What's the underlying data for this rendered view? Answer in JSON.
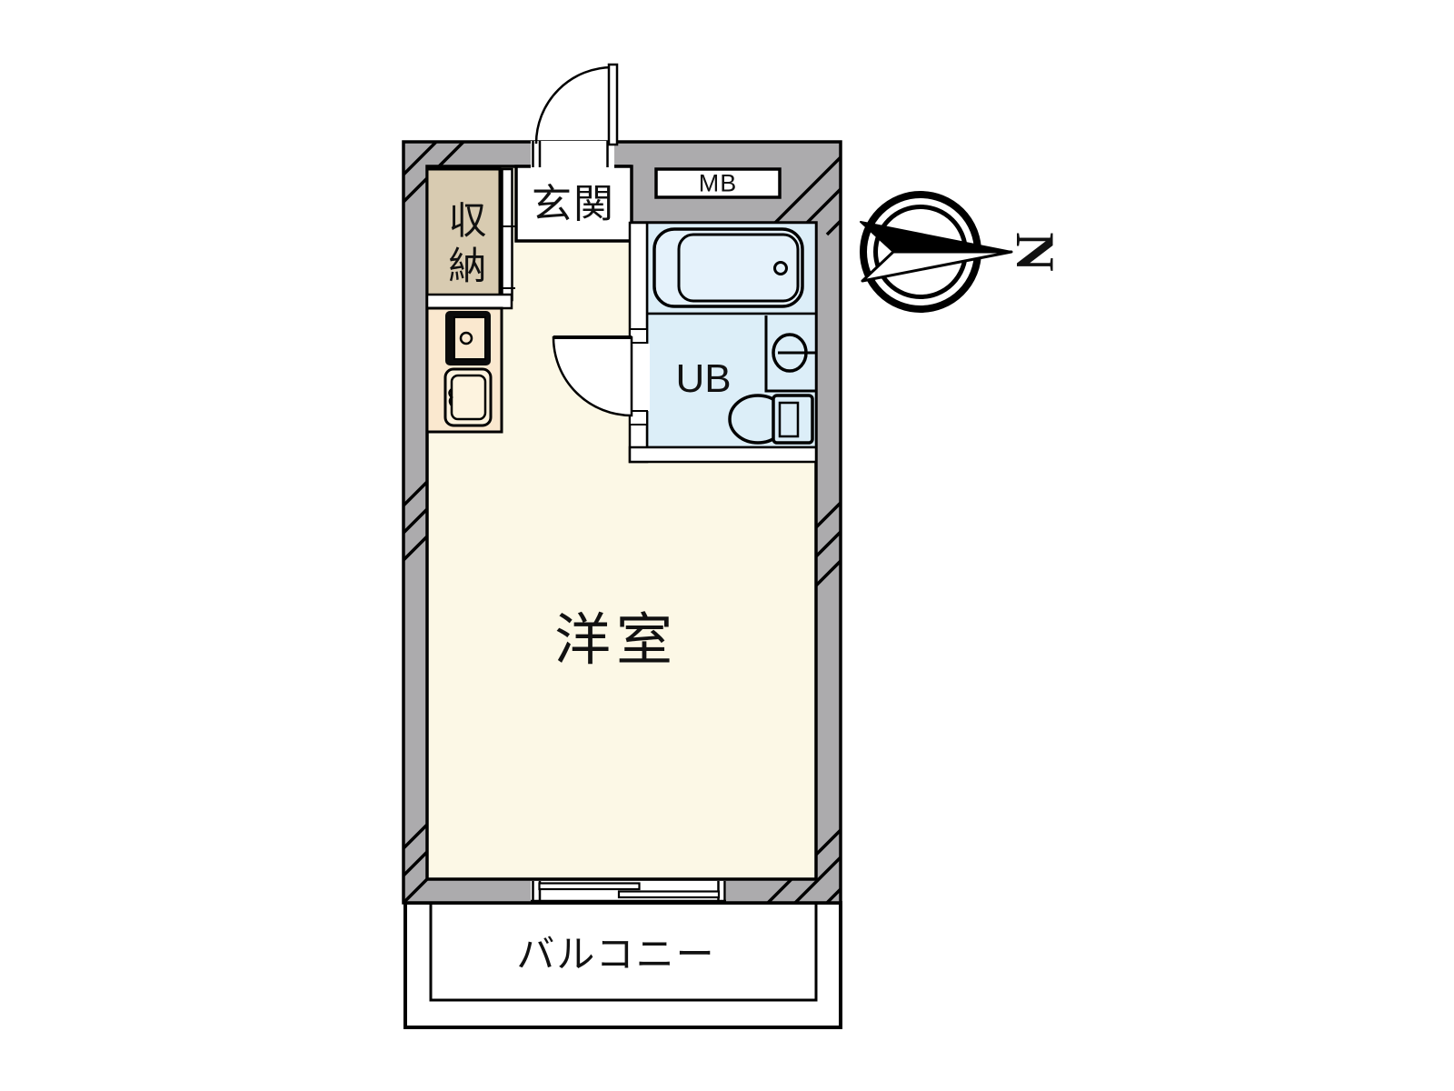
{
  "floor_plan": {
    "type": "Japanese studio apartment (1R) floor plan",
    "labels": {
      "storage": "収納",
      "entrance": "玄関",
      "meter_box": "MB",
      "unit_bath": "UB",
      "main_room": "洋室",
      "balcony": "バルコニー",
      "compass_north": "N"
    },
    "colors": {
      "wall_gray": "#ACABAD",
      "room_cream": "#FCF8E6",
      "kitchen_peach": "#FAE8CF",
      "storage_tan": "#D8CBB1",
      "bath_blue": "#DCEEF8",
      "tub_blue": "#E5F2FB",
      "outline_black": "#000000",
      "background_white": "#FFFFFF"
    },
    "fixtures": [
      "entrance-swing-door",
      "closet-door",
      "bathtub",
      "washbasin",
      "toilet",
      "bath-swing-door",
      "kitchen-stove",
      "kitchen-sink",
      "sliding-window-to-balcony",
      "meter-box"
    ],
    "compass": {
      "direction_label": "N",
      "needle_points": "right"
    }
  }
}
